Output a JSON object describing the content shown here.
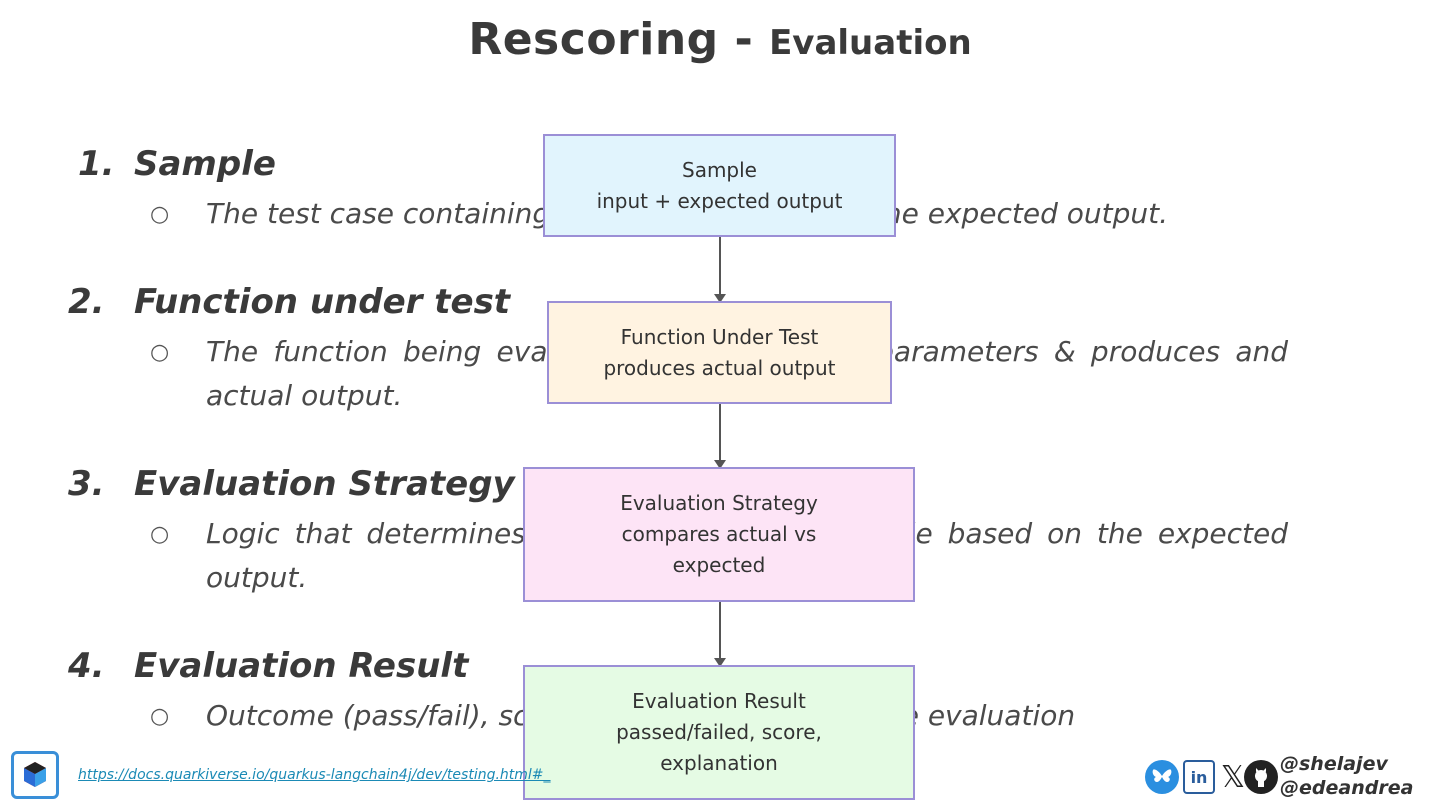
{
  "title": {
    "main": "Rescoring - ",
    "sub": "Evaluation"
  },
  "items": [
    {
      "num": "1.",
      "heading": "Sample",
      "description": "The test case containing input parameters and the expected output."
    },
    {
      "num": "2.",
      "heading": "Function under test",
      "description": "The function being evaluated that takes the parameters & produces and actual output."
    },
    {
      "num": "3.",
      "heading": "Evaluation Strategy",
      "description": "Logic that determines if the output is acceptable based on the expected output."
    },
    {
      "num": "4.",
      "heading": "Evaluation Result",
      "description": "Outcome (pass/fail), score, and metadata from the evaluation"
    }
  ],
  "bullet": "○",
  "diagram": {
    "boxes": [
      {
        "lines": [
          "Sample",
          "input + expected output"
        ],
        "color": "#e1f4fd"
      },
      {
        "lines": [
          "Function Under Test",
          "produces actual output"
        ],
        "color": "#fff3e1"
      },
      {
        "lines": [
          "Evaluation Strategy",
          "compares actual vs",
          "expected"
        ],
        "color": "#fde4f6"
      },
      {
        "lines": [
          "Evaluation Result",
          "passed/failed, score,",
          "explanation"
        ],
        "color": "#e5fbe4"
      }
    ],
    "border_color": "#9b8fd6"
  },
  "footer": {
    "link": "https://docs.quarkiverse.io/quarkus-langchain4j/dev/testing.html#_",
    "handles": [
      "@shelajev",
      "@edeandrea"
    ],
    "icons": [
      "quarkus-logo-icon",
      "bluesky-icon",
      "linkedin-icon",
      "x-icon",
      "github-icon"
    ],
    "linkedin_text": "in",
    "x_text": "𝕏"
  }
}
